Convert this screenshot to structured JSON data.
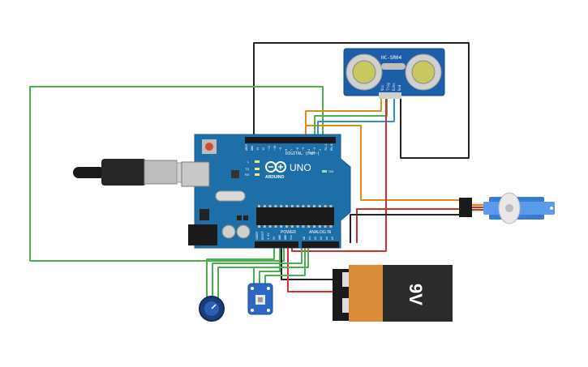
{
  "arduino": {
    "brand": "ARDUINO",
    "model": "UNO",
    "digital_label": "DIGITAL (PWM~)",
    "power_label": "POWER",
    "analog_label": "ANALOG IN",
    "led_l": "L",
    "led_tx": "TX",
    "led_rx": "RX",
    "on_label": "ON",
    "digital_pins": [
      "AREF",
      "GND",
      "13",
      "12",
      "~11",
      "~10",
      "~9",
      "8",
      "7",
      "~6",
      "~5",
      "4",
      "~3",
      "2",
      "TX→1",
      "RX←0"
    ],
    "power_pins": [
      "IOREF",
      "RESET",
      "3.3V",
      "5V",
      "GND",
      "GND",
      "Vin"
    ],
    "analog_pins": [
      "A0",
      "A1",
      "A2",
      "A3",
      "A4",
      "A5"
    ]
  },
  "ultrasonic": {
    "model": "HC-SR04",
    "pins": [
      "Vcc",
      "Trig",
      "Echo",
      "Gnd"
    ]
  },
  "battery": {
    "label": "9V"
  },
  "colors": {
    "board": "#1e6fa8",
    "wire_green": "#4caf50",
    "wire_orange": "#e08a1e",
    "wire_blue": "#2f8fd6",
    "wire_red": "#d32f2f",
    "wire_black": "#222222",
    "battery_orange": "#d98b3a",
    "battery_black": "#2b2b2b"
  }
}
